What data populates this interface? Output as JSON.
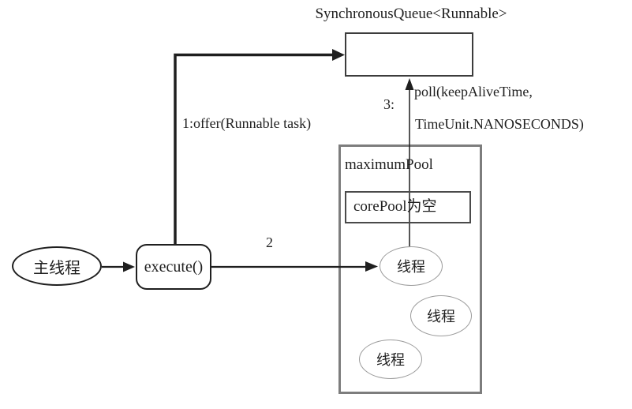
{
  "diagram": {
    "title": "SynchronousQueue<Runnable>",
    "edges": {
      "offer_label": "1:offer(Runnable task)",
      "step2_label": "2",
      "step3_label": "3:",
      "poll_line1": "poll(keepAliveTime,",
      "poll_line2": "TimeUnit.NANOSECONDS)"
    },
    "nodes": {
      "main_thread_label": "主线程",
      "execute_label": "execute()",
      "maximum_pool_label": "maximumPool",
      "core_pool_label": "corePool为空",
      "threads": [
        "线程",
        "线程",
        "线程"
      ]
    },
    "colors": {
      "line": "#1f1f1f",
      "queue_border": "#3c3c3c",
      "pool_border": "#7d7d7d",
      "core_pool_border": "#4a4a4a",
      "thread_ellipse_border": "#9b9b9b",
      "background": "#ffffff"
    }
  }
}
